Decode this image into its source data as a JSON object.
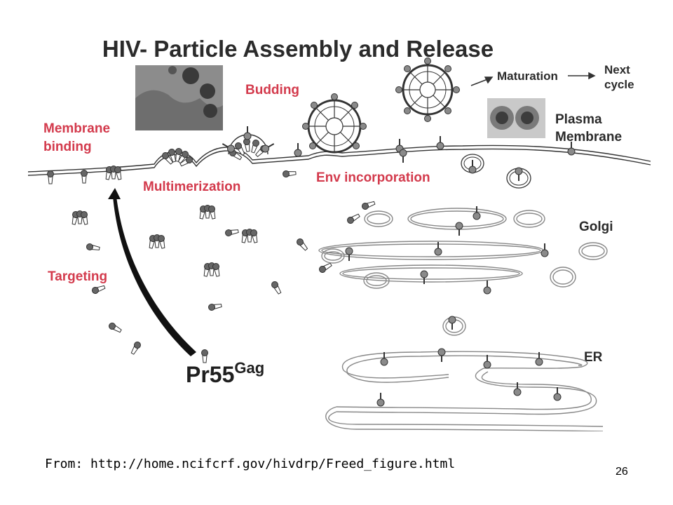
{
  "figure": {
    "title": "HIV- Particle Assembly and Release",
    "labels": {
      "membrane_binding_line1": "Membrane",
      "membrane_binding_line2": "binding",
      "budding": "Budding",
      "multimerization": "Multimerization",
      "env_incorporation": "Env incorporation",
      "targeting": "Targeting",
      "maturation": "Maturation",
      "next_cycle_line1": "Next",
      "next_cycle_line2": "cycle",
      "plasma_membrane_line1": "Plasma",
      "plasma_membrane_line2": "Membrane",
      "golgi": "Golgi",
      "er": "ER",
      "pr55": "Pr55",
      "gag": "Gag"
    }
  },
  "footer": {
    "source": "From:  http://home.ncifcrf.gov/hivdrp/Freed_figure.html",
    "page_number": "26"
  },
  "colors": {
    "label_red": "#d33a4c",
    "ink": "#2b2b2b",
    "protein_gray": "#8a8a8a"
  }
}
